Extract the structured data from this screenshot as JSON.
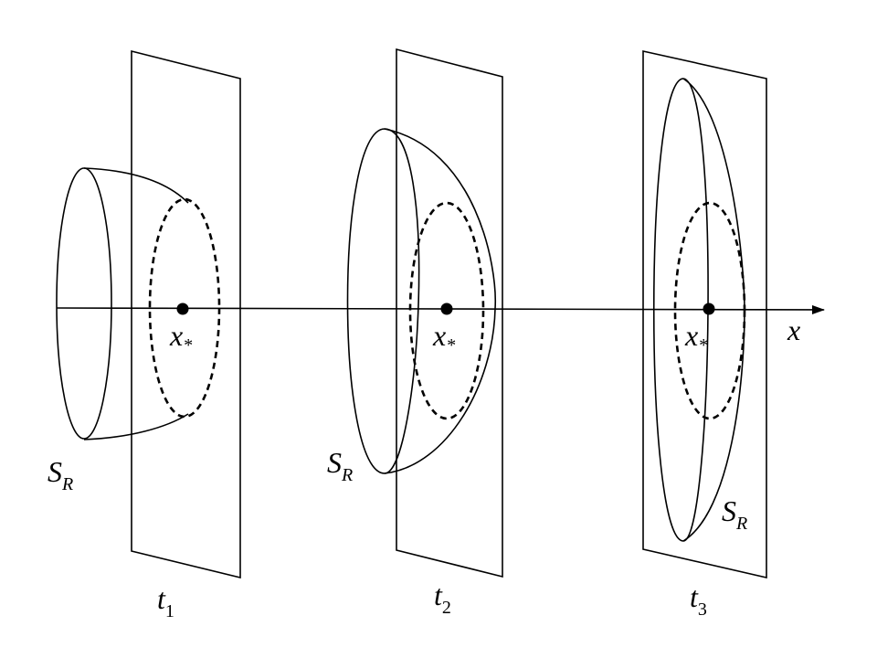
{
  "axis": {
    "label": "x"
  },
  "point": {
    "base": "x",
    "sub": "*"
  },
  "surface": {
    "base": "S",
    "sub": "R"
  },
  "planes": [
    {
      "base": "t",
      "sub": "1"
    },
    {
      "base": "t",
      "sub": "2"
    },
    {
      "base": "t",
      "sub": "3"
    }
  ]
}
